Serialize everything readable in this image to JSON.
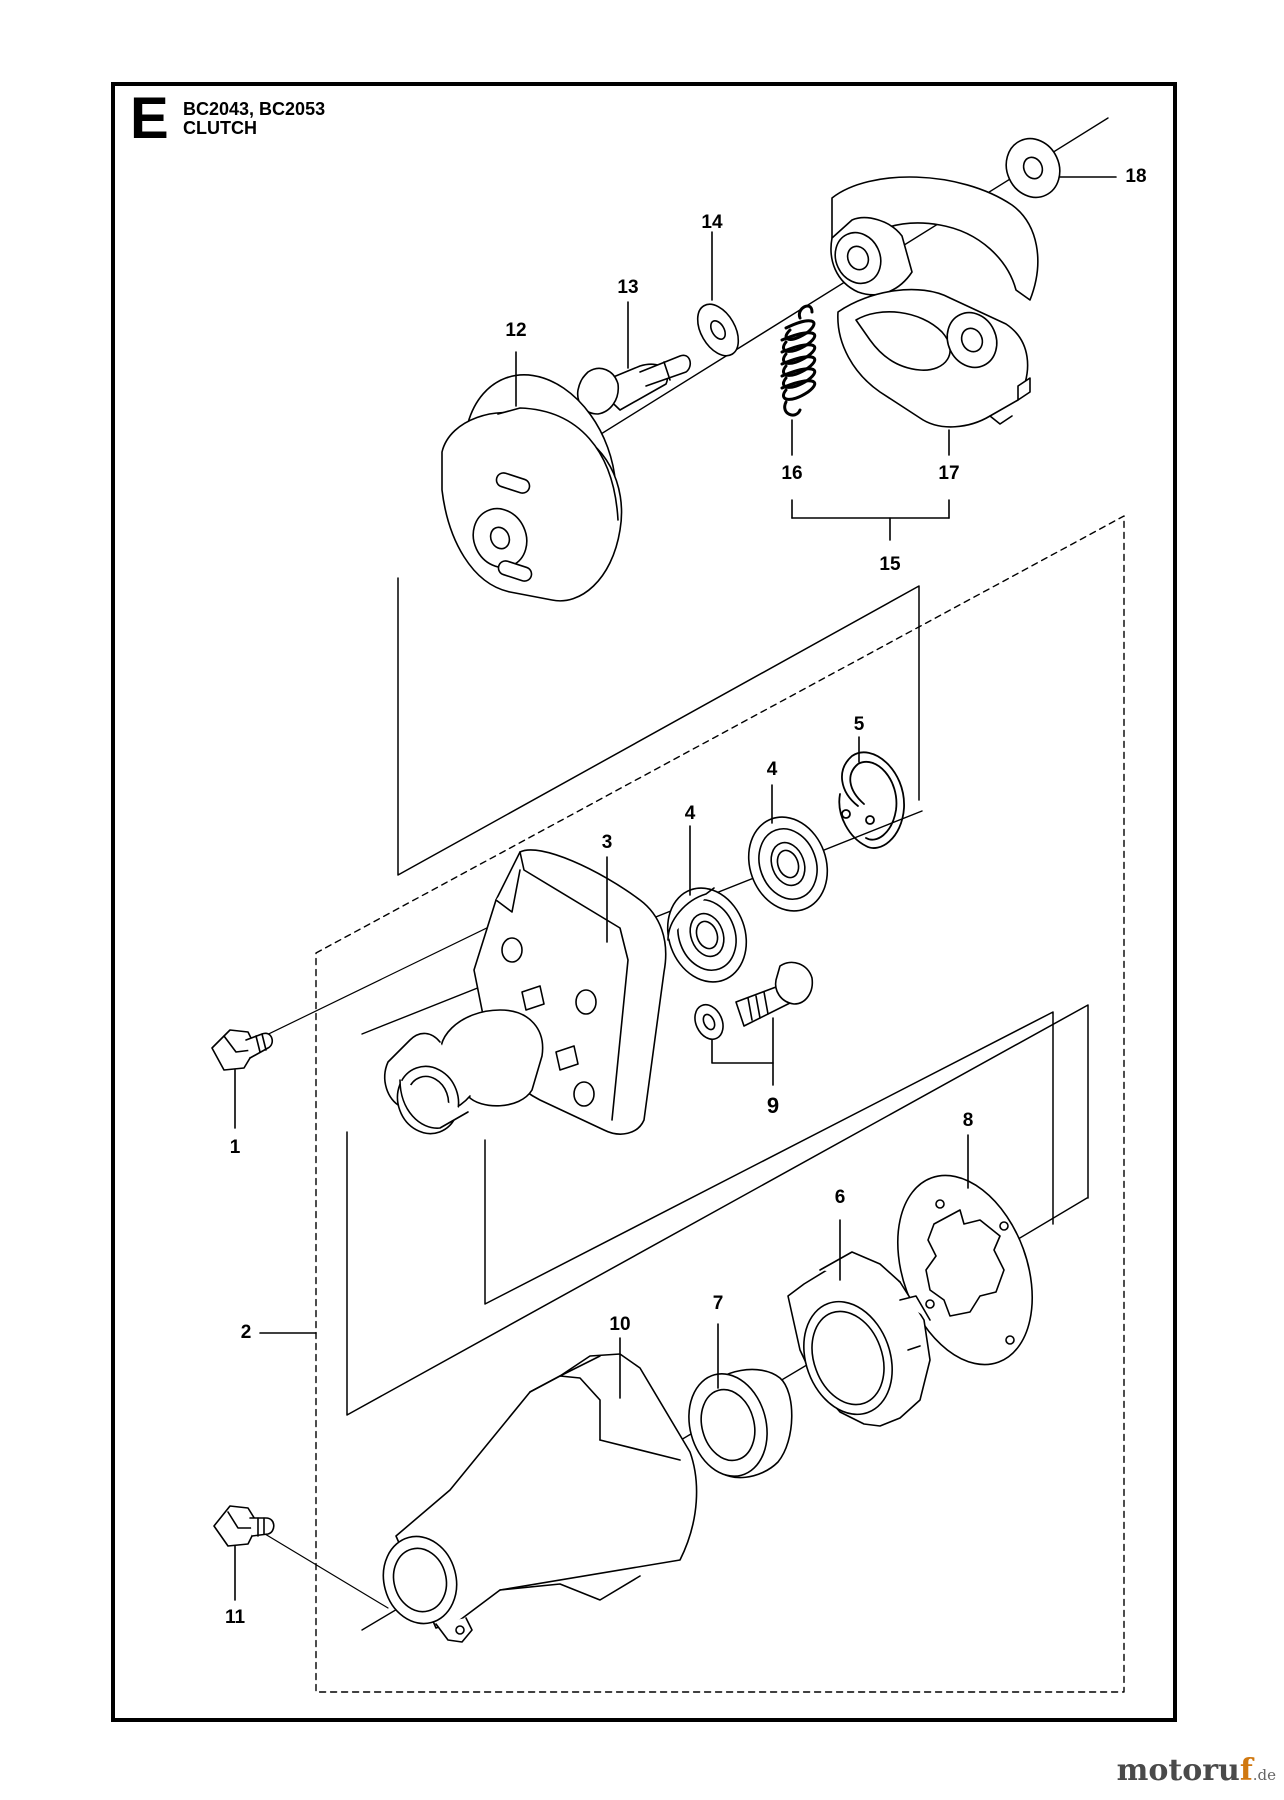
{
  "header": {
    "section_letter": "E",
    "models": "BC2043, BC2053",
    "title": "CLUTCH"
  },
  "callouts": {
    "p1": "1",
    "p2": "2",
    "p3": "3",
    "p4a": "4",
    "p4b": "4",
    "p5": "5",
    "p6": "6",
    "p7": "7",
    "p8": "8",
    "p9": "9",
    "p10": "10",
    "p11": "11",
    "p12": "12",
    "p13": "13",
    "p14": "14",
    "p15": "15",
    "p16": "16",
    "p17": "17",
    "p18": "18"
  },
  "watermark": {
    "main": "motoru",
    "accent": "f",
    "suffix": ".de"
  }
}
